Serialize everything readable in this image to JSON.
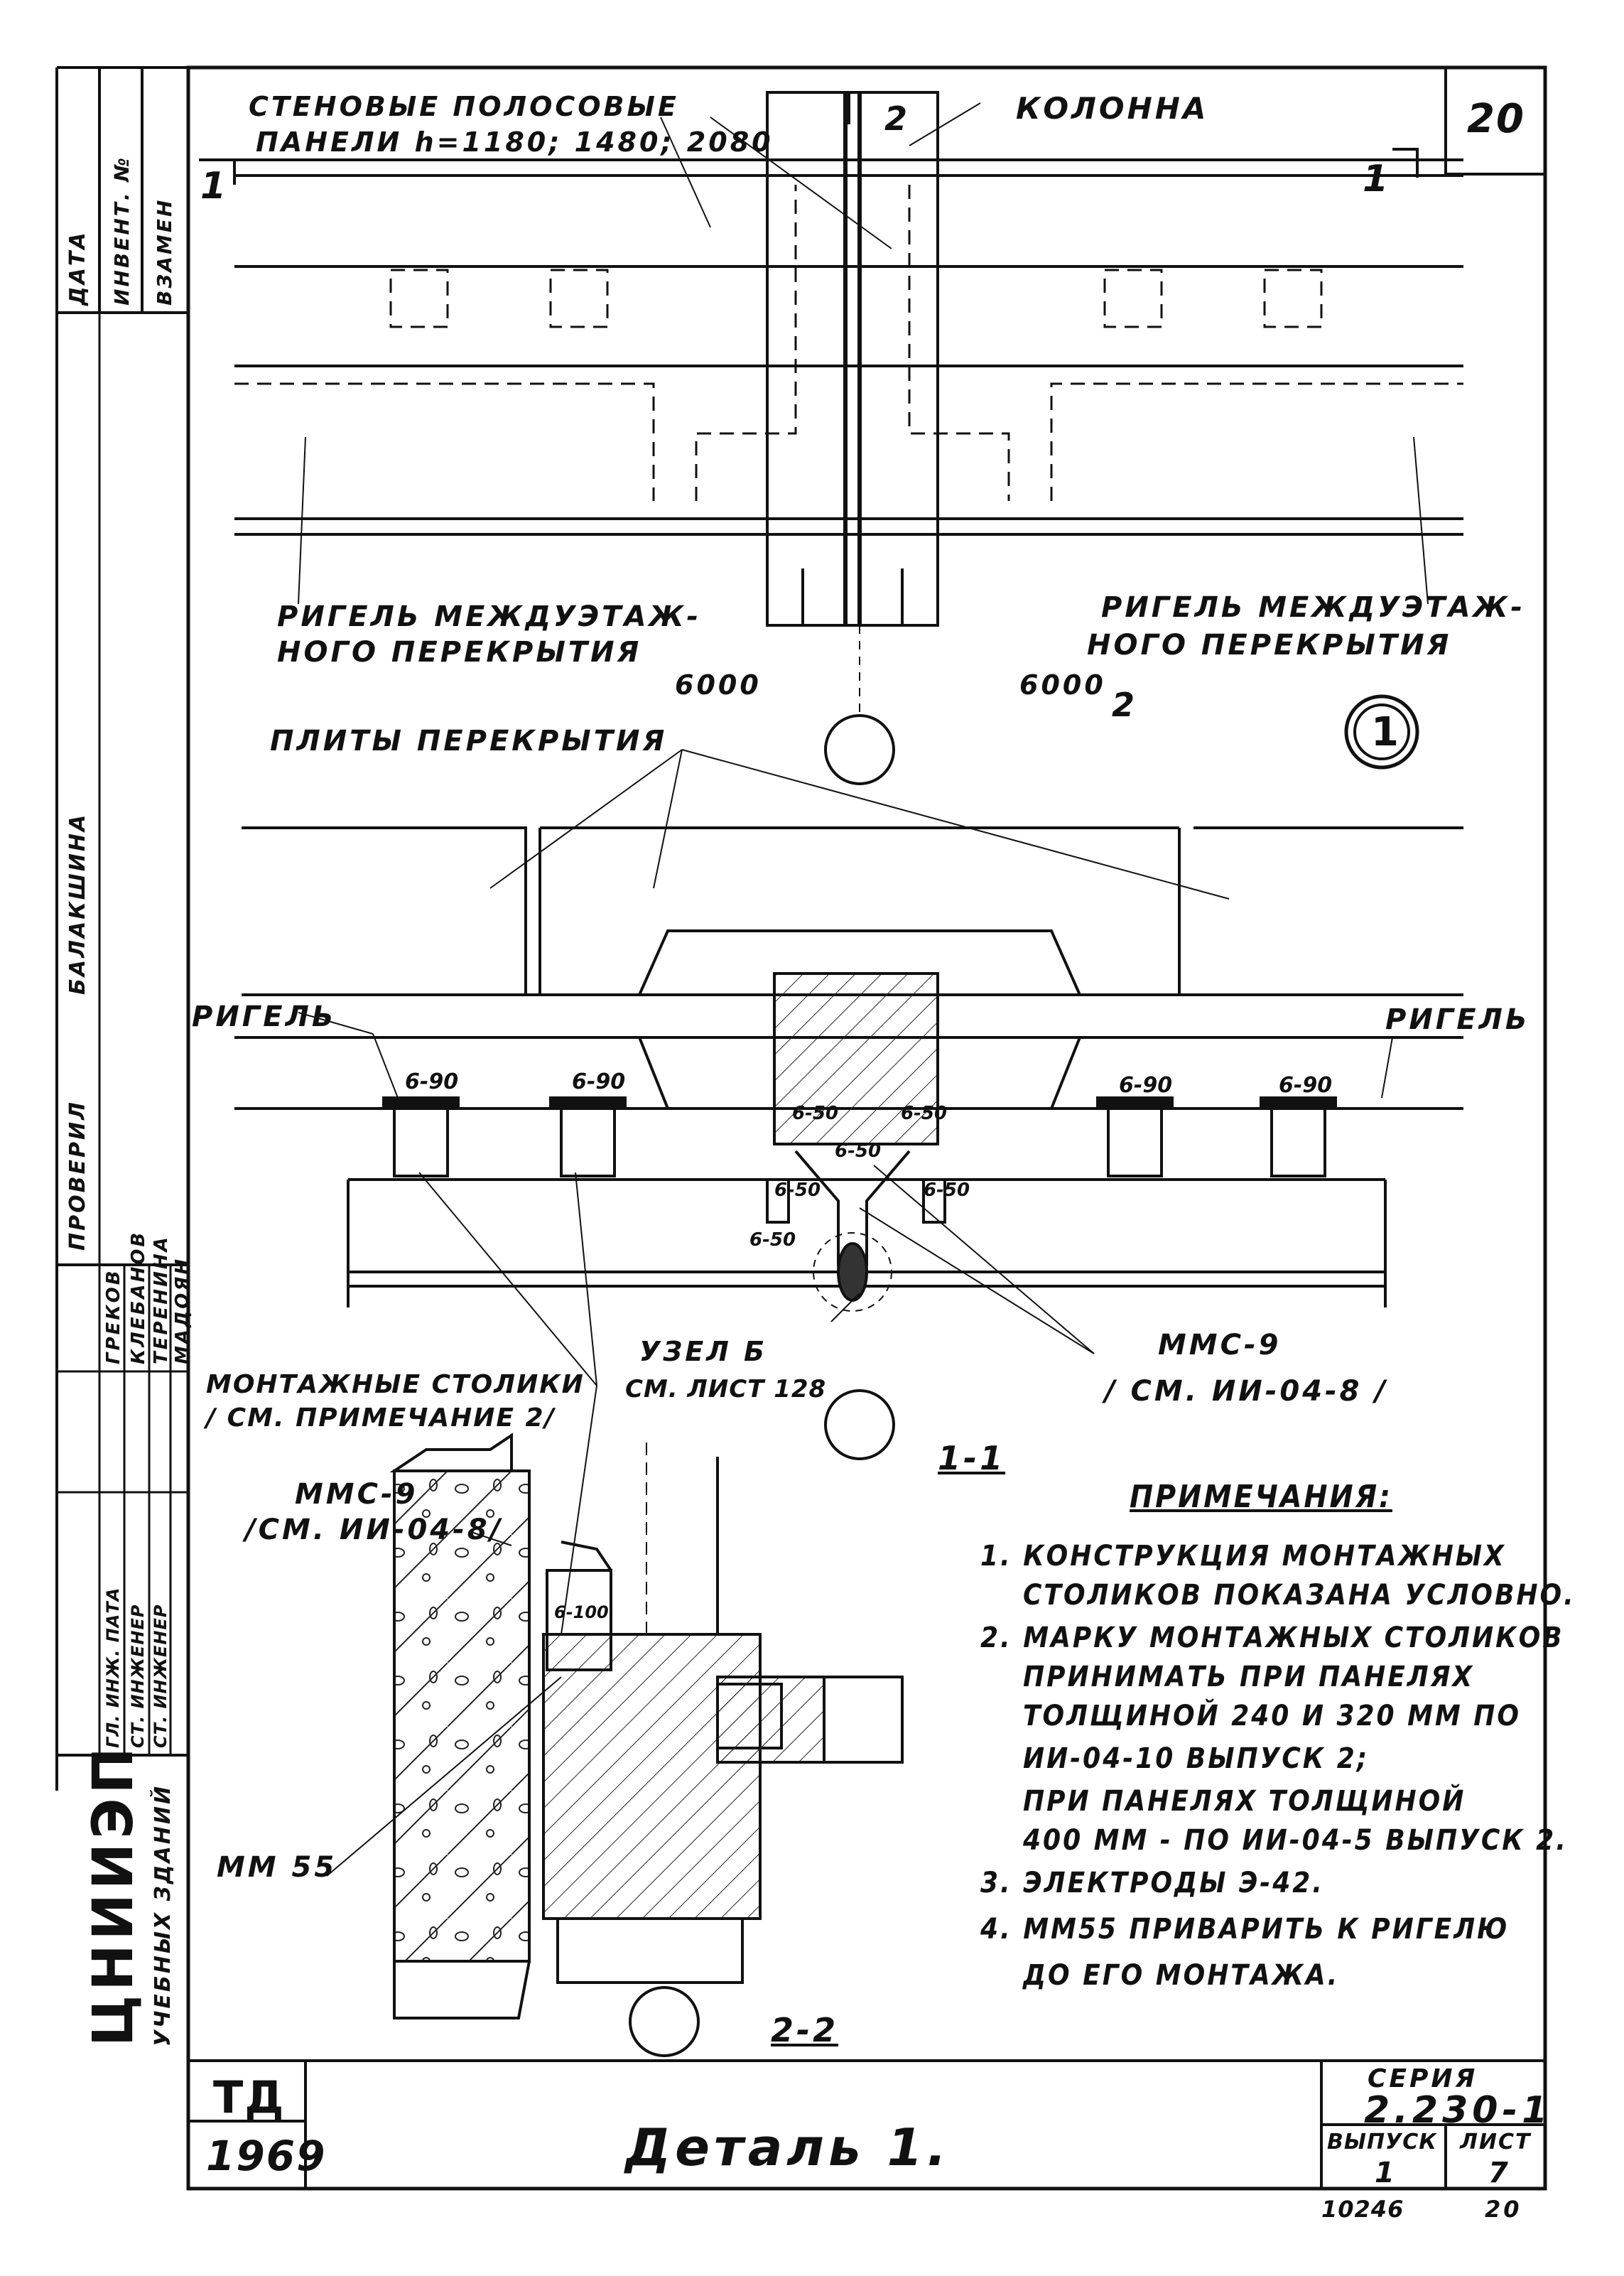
{
  "sheet": {
    "page_number_top": "20",
    "title": "Деталь 1.",
    "td": "ТД",
    "year": "1969",
    "series_label": "СЕРИЯ",
    "series_value": "2.230-1",
    "issue_label": "ВЫПУСК",
    "issue_value": "1",
    "sheet_label": "ЛИСТ",
    "sheet_value": "7",
    "archive_number": "10246",
    "bottom_sheet": "20",
    "org": "ЦНИИЭП",
    "org_sub": "УЧЕБНЫХ ЗДАНИЙ"
  },
  "side_stamp": {
    "date": "ДАТА",
    "invent": "ИНВЕНТ. №",
    "vzamen": "ВЗАМЕН",
    "checked": "ПРОВЕРИЛ",
    "checked_name": "БАЛАКШИНА",
    "row1_role": "ГЛ. ИНЖ. ПАТА",
    "row1_name": "ГРЕКОВ",
    "row2_role": "СТ. ИНЖЕНЕР",
    "row2_name": "КЛЕБАНОВ",
    "row3_role": "СТ. ИНЖЕНЕР",
    "row3_name": "ТЕРЕНИНА",
    "row4_name": "МАДОЯН"
  },
  "labels": {
    "wall_panels_1": "СТЕНОВЫЕ ПОЛОСОВЫЕ",
    "wall_panels_2": "ПАНЕЛИ h=1180; 1480; 2080",
    "column": "КОЛОННА",
    "sec1_left": "1",
    "sec1_right": "1",
    "sec2_top": "2",
    "sec2_bottom": "2",
    "beam_left_1": "РИГЕЛЬ МЕЖДУЭТАЖ-",
    "beam_left_2": "НОГО ПЕРЕКРЫТИЯ",
    "beam_right_1": "РИГЕЛЬ МЕЖДУЭТАЖ-",
    "beam_right_2": "НОГО ПЕРЕКРЫТИЯ",
    "dim_left": "6000",
    "dim_right": "6000",
    "node_circle": "1",
    "slabs": "ПЛИТЫ ПЕРЕКРЫТИЯ",
    "rigel_left": "РИГЕЛЬ",
    "rigel_right": "РИГЕЛЬ",
    "weld_690_a": "6-90",
    "weld_690_b": "6-90",
    "weld_690_c": "6-90",
    "weld_690_d": "6-90",
    "weld_650_a": "6-50",
    "weld_650_b": "6-50",
    "weld_650_c": "6-50",
    "weld_650_d": "6-50",
    "weld_650_e": "6-50",
    "weld_650_f": "6-50",
    "weld_6100": "6-100",
    "node_b_1": "УЗЕЛ Б",
    "node_b_2": "СМ. ЛИСТ 128",
    "mms9_1": "ММС-9",
    "mms9_2": "/ СМ. ИИ-04-8 /",
    "mount_tables_1": "МОНТАЖНЫЕ СТОЛИКИ",
    "mount_tables_2": "/ СМ. ПРИМЕЧАНИЕ 2/",
    "section_11": "1-1",
    "mms9b_1": "ММС-9",
    "mms9b_2": "/СМ. ИИ-04-8/",
    "mm55": "ММ 55",
    "section_22": "2-2"
  },
  "notes": {
    "title": "ПРИМЕЧАНИЯ:",
    "lines": [
      "1. КОНСТРУКЦИЯ МОНТАЖНЫХ",
      "СТОЛИКОВ ПОКАЗАНА УСЛОВНО.",
      "2. МАРКУ МОНТАЖНЫХ СТОЛИКОВ",
      "ПРИНИМАТЬ ПРИ ПАНЕЛЯХ",
      "ТОЛЩИНОЙ 240 И 320 ММ ПО",
      "ИИ-04-10 ВЫПУСК 2;",
      "ПРИ ПАНЕЛЯХ ТОЛЩИНОЙ",
      "400 ММ - ПО ИИ-04-5 ВЫПУСК 2.",
      "3. ЭЛЕКТРОДЫ Э-42.",
      "4. ММ55 ПРИВАРИТЬ К РИГЕЛЮ",
      "ДО ЕГО МОНТАЖА."
    ]
  }
}
